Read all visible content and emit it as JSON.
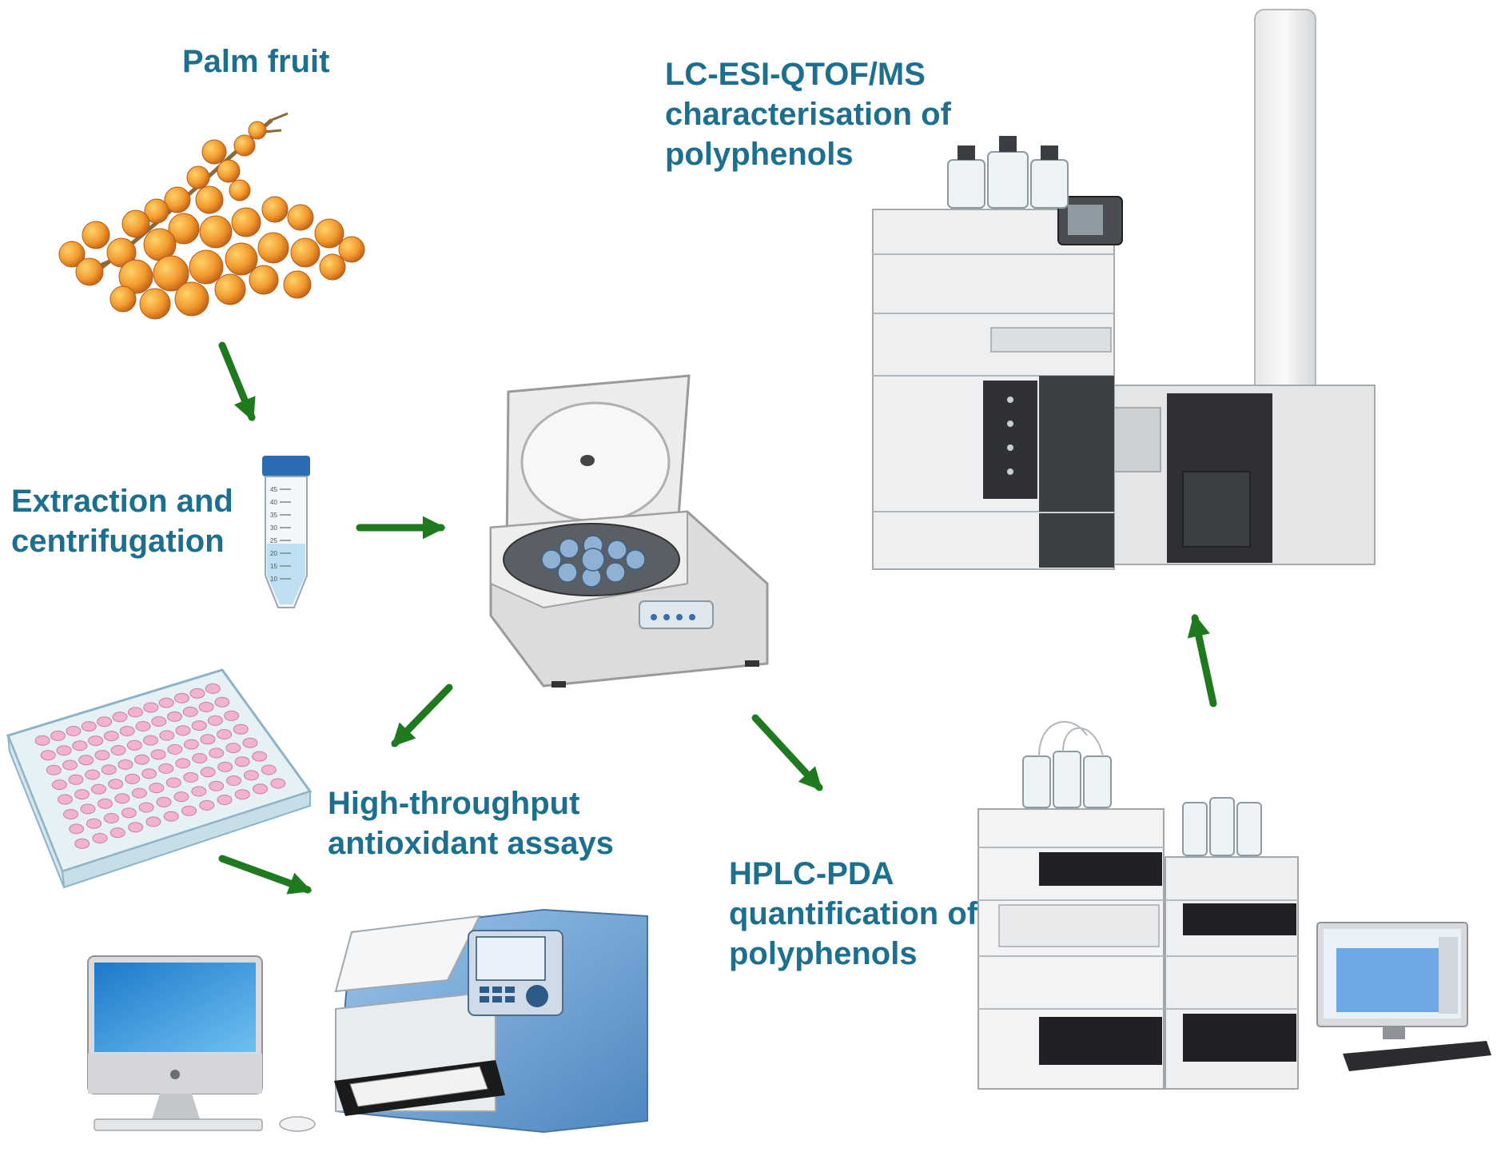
{
  "labels": {
    "palm_fruit": "Palm fruit",
    "extraction": [
      "Extraction and",
      "centrifugation"
    ],
    "lcms": [
      "LC-ESI-QTOF/MS",
      "characterisation of",
      "polyphenols"
    ],
    "assays": [
      "High-throughput",
      "antioxidant assays"
    ],
    "hplc": [
      "HPLC-PDA",
      "quantification of",
      "polyphenols"
    ]
  },
  "tube_scale": [
    "45",
    "40",
    "35",
    "30",
    "25",
    "20",
    "15",
    "10"
  ],
  "colors": {
    "label": "#1c6f8e",
    "arrow": "#1f7a1f",
    "fruit": "#f29a2e",
    "liquid": "#bfe0f0",
    "well": "#f2b3cf",
    "reader_blue": "#7aaed8"
  }
}
